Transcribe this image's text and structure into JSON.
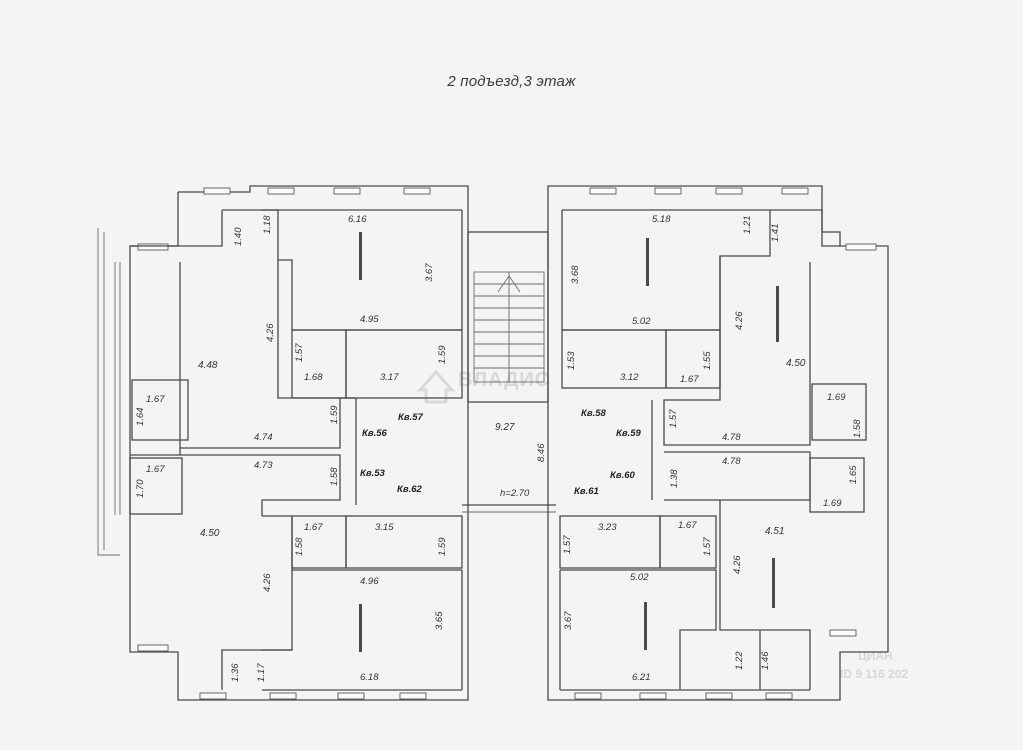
{
  "title": "2 подъезд,3 этаж",
  "watermark": {
    "brand": "ВЛАДИС",
    "corner_top": "ЦИАН",
    "corner_bottom": "ID 9 116 202"
  },
  "apartments": {
    "a56": "Кв.56",
    "a57": "Кв.57",
    "a58": "Кв.58",
    "a59": "Кв.59",
    "a53": "Кв.53",
    "a62": "Кв.62",
    "a61": "Кв.61",
    "a60": "Кв.60"
  },
  "hall": {
    "area": "9.27",
    "length": "8.46",
    "ceiling": "h=2.70"
  },
  "dims": {
    "d1": "6.16",
    "d2": "1.40",
    "d3": "1.18",
    "d4": "3.67",
    "d5": "4.95",
    "d6": "4.26",
    "d7": "4.48",
    "d8": "1.57",
    "d9": "1.68",
    "d10": "3.17",
    "d11": "1.59",
    "d12": "1.67",
    "d13": "1.64",
    "d14": "1.59",
    "d15": "4.74",
    "d16": "4.73",
    "d17": "1.58",
    "d18": "1.67",
    "d19": "1.70",
    "d20": "4.50",
    "d21": "1.67",
    "d22": "1.58",
    "d23": "3.15",
    "d24": "1.59",
    "d25": "4.96",
    "d26": "4.26",
    "d27": "3.65",
    "d28": "1.36",
    "d29": "1.17",
    "d30": "6.18",
    "e1": "5.18",
    "e2": "1.21",
    "e3": "1.41",
    "e4": "3.68",
    "e5": "5.02",
    "e6": "4.26",
    "e7": "4.50",
    "e8": "1.53",
    "e9": "1.55",
    "e10": "3.12",
    "e11": "1.67",
    "e12": "1.69",
    "e13": "1.58",
    "e14": "1.57",
    "e15": "4.78",
    "e16": "4.78",
    "e17": "1.38",
    "e18": "1.65",
    "e19": "1.69",
    "e20": "3.23",
    "e21": "1.67",
    "e22": "1.57",
    "e23": "1.57",
    "e24": "5.02",
    "e25": "4.26",
    "e26": "4.51",
    "e27": "3.67",
    "e28": "6.21",
    "e29": "1.22",
    "e30": "1.46"
  }
}
